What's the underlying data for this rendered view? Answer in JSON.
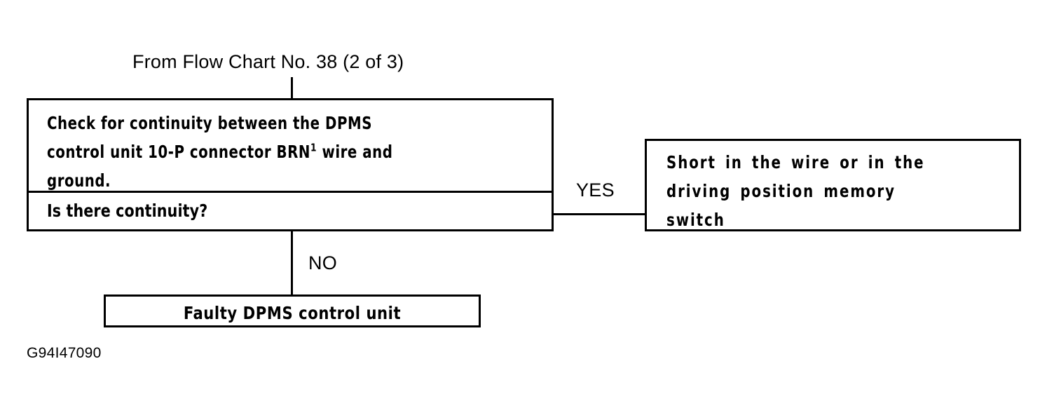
{
  "diagram": {
    "type": "flowchart",
    "entry_label": "From Flow Chart No. 38 (2 of 3)",
    "caption": "G94I47090",
    "nodes": {
      "question": {
        "instruction_line1": "Check for continuity between the DPMS",
        "instruction_line2_pre": "control unit 10-P connector BRN",
        "instruction_line2_sup": "1",
        "instruction_line2_post": " wire and",
        "instruction_line3": "ground.",
        "question_text": "Is there continuity?"
      },
      "yes_result": {
        "line1": "Short in the wire or in the",
        "line2": "driving position memory",
        "line3": "switch"
      },
      "no_result": {
        "text": "Faulty DPMS control unit"
      }
    },
    "branches": {
      "yes_label": "YES",
      "no_label": "NO"
    },
    "colors": {
      "line": "#000000",
      "background": "#ffffff",
      "text": "#000000"
    }
  }
}
